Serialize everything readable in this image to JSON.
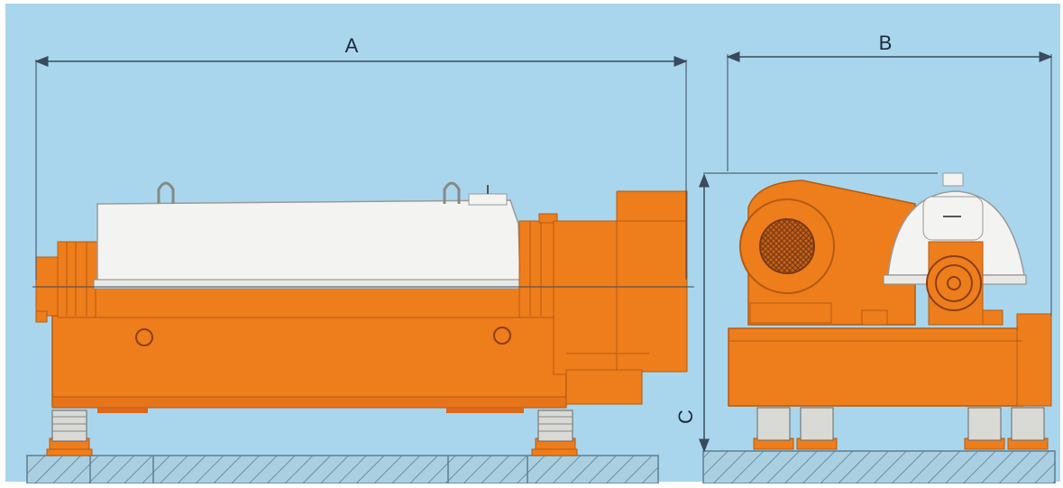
{
  "dimensions": {
    "a_label": "A",
    "b_label": "B",
    "c_label": "C"
  },
  "colors": {
    "background": "#a9d6ec",
    "machine_orange": "#ee7d1c",
    "orange_dark": "#c5600e",
    "bowl_cover": "#f3f3f1",
    "dimension_line": "#3a4a5c",
    "foundation": "#8fb3c2"
  },
  "views": [
    "side-view",
    "end-view"
  ]
}
